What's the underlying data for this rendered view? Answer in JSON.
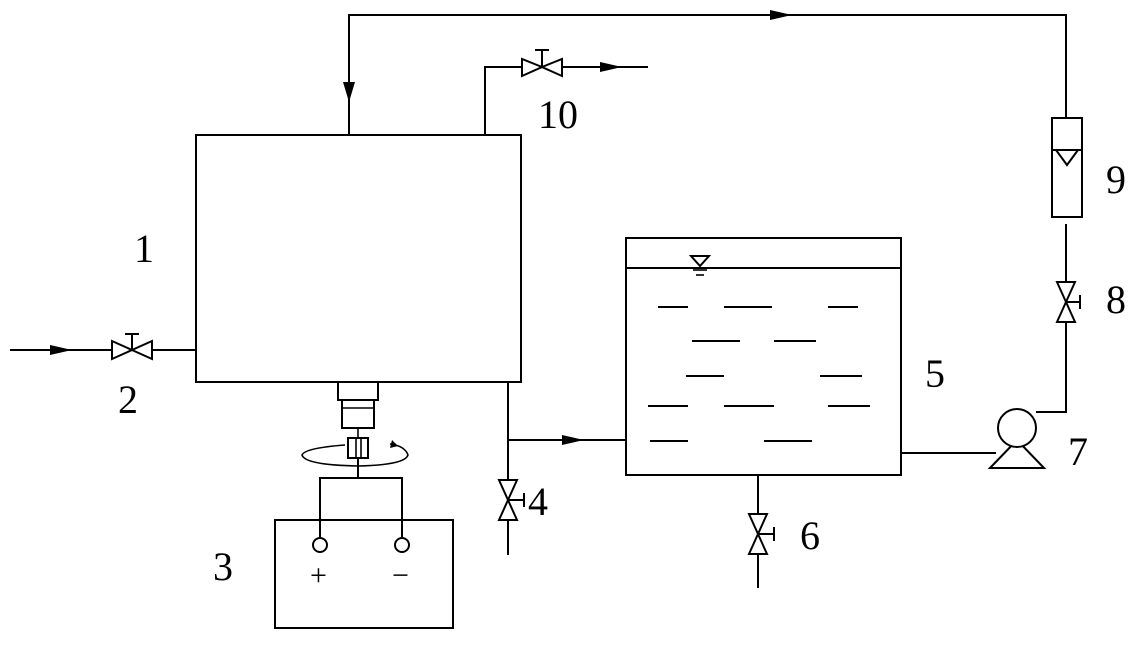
{
  "labels": {
    "l1": "1",
    "l2": "2",
    "l3": "3",
    "l4": "4",
    "l5": "5",
    "l6": "6",
    "l7": "7",
    "l8": "8",
    "l9": "9",
    "l10": "10"
  },
  "power_supply": {
    "plus": "+",
    "minus": "−"
  }
}
